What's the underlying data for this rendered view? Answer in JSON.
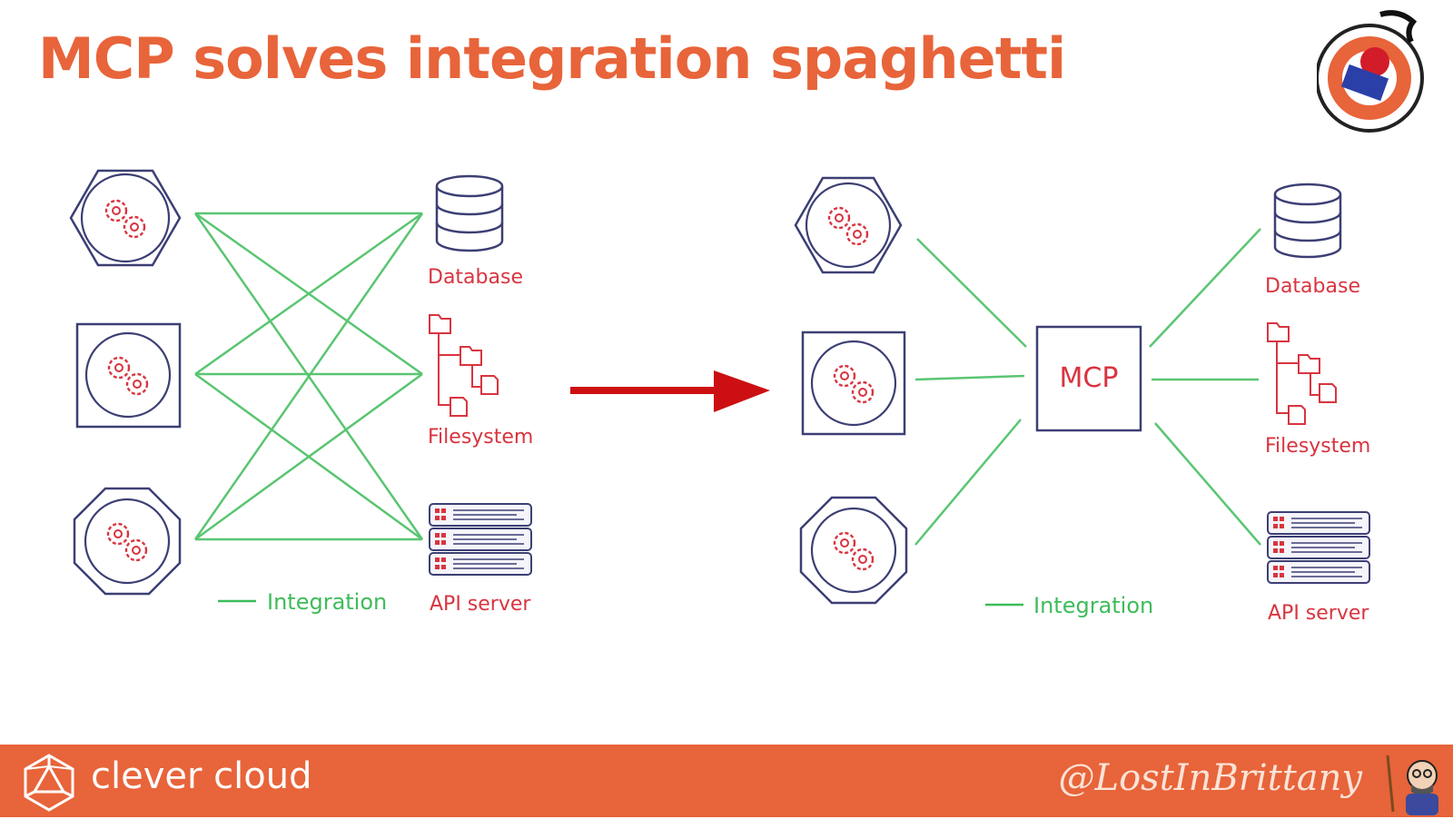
{
  "slide": {
    "title": "MCP solves integration spaghetti"
  },
  "diagram": {
    "resources": {
      "database": "Database",
      "filesystem": "Filesystem",
      "api": "API server"
    },
    "hub_label": "MCP",
    "legend": "Integration"
  },
  "colors": {
    "accent": "#e8643a",
    "line": "#3ebc5a",
    "host": "#3c3f74",
    "resource": "#d9343f",
    "arrow": "#cc0f12"
  },
  "footer": {
    "brand": "clever cloud",
    "handle": "@LostInBrittany"
  },
  "icons": [
    "gears-icon",
    "database-icon",
    "folder-tree-icon",
    "server-rack-icon",
    "arrow-right-icon",
    "clever-cloud-logo-icon",
    "avatar-icon",
    "event-badge-icon"
  ]
}
